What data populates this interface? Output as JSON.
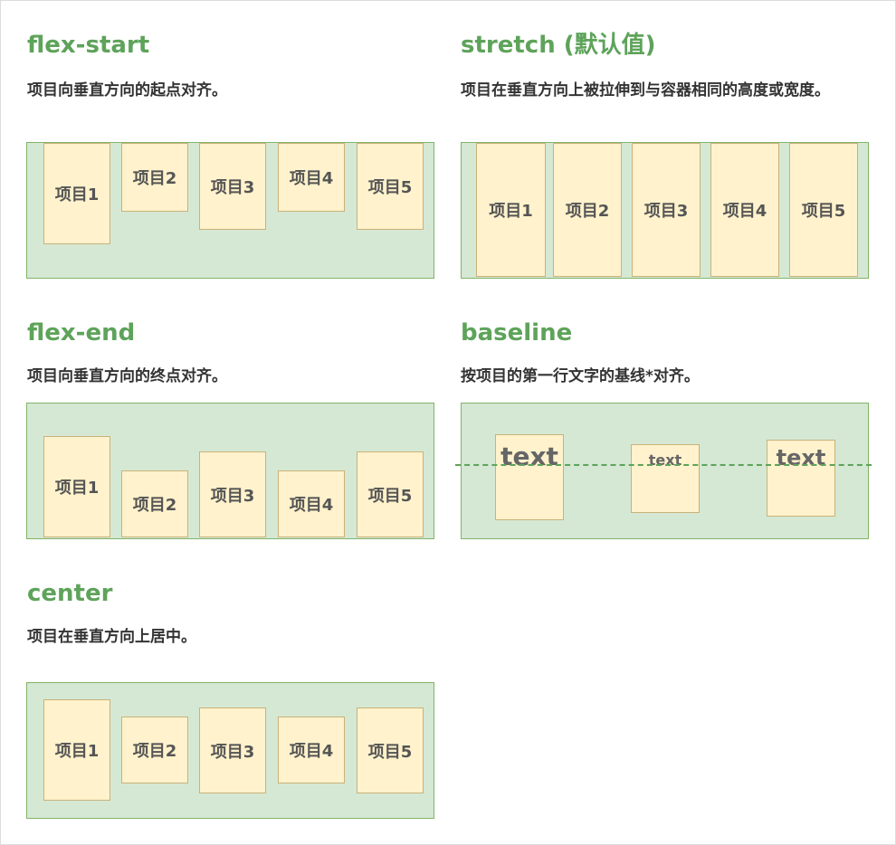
{
  "sections": {
    "flex_start": {
      "title": "flex-start",
      "desc": "项目向垂直方向的起点对齐。"
    },
    "stretch": {
      "title": "stretch (默认值)",
      "desc": "项目在垂直方向上被拉伸到与容器相同的高度或宽度。"
    },
    "flex_end": {
      "title": "flex-end",
      "desc": "项目向垂直方向的终点对齐。"
    },
    "baseline": {
      "title": "baseline",
      "desc": "按项目的第一行文字的基线*对齐。"
    },
    "center": {
      "title": "center",
      "desc": "项目在垂直方向上居中。"
    }
  },
  "items": [
    "项目1",
    "项目2",
    "项目3",
    "项目4",
    "项目5"
  ],
  "baseline_items": [
    "text",
    "text",
    "text"
  ],
  "colors": {
    "accent": "#5ea35a",
    "container_fill": "#d5e8d4",
    "container_border": "#82b366",
    "item_fill": "#fff2cc",
    "item_border": "#c9b27a"
  }
}
